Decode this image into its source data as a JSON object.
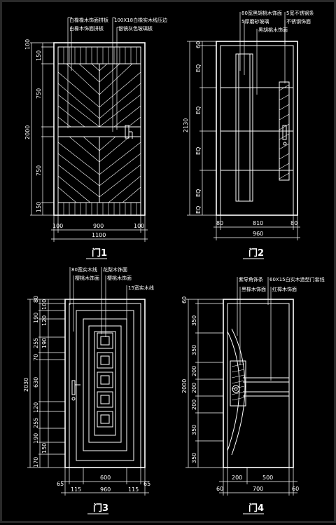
{
  "titles": {
    "door1": "门1",
    "door2": "门2",
    "door3": "门3",
    "door4": "门4"
  },
  "door1": {
    "notes": [
      "白橡橡木饰面拼板",
      "白橡木饰面拼板",
      "100X18白橡实木线压边",
      "银镜灰色玻璃板"
    ],
    "dims_left": [
      "100",
      "150",
      "750",
      "2000",
      "750",
      "150"
    ],
    "dims_bottom": [
      "100",
      "900",
      "100",
      "1100"
    ]
  },
  "door2": {
    "notes": [
      "80宽黑胡桃木饰面",
      "5宽不锈钢条",
      "5厚磨砂玻璃",
      "不锈钢饰面",
      "黑胡桃木饰面"
    ],
    "dims_left": [
      "60",
      "EQ",
      "EQ",
      "2130",
      "EQ",
      "EQ",
      "EQ"
    ],
    "dims_bottom": [
      "80",
      "810",
      "80",
      "960"
    ]
  },
  "door3": {
    "notes": [
      "80宽实木线",
      "樱桃木饰面",
      "花梨木饰面",
      "樱桃木饰面",
      "15宽实木线"
    ],
    "dims_left": [
      "80",
      "100",
      "190",
      "120",
      "255",
      "190",
      "70",
      "2030",
      "630",
      "120",
      "255",
      "190",
      "150",
      "170"
    ],
    "dims_bottom": [
      "65",
      "115",
      "600",
      "115",
      "65",
      "960"
    ]
  },
  "door4": {
    "notes": [
      "紫导角饰条",
      "60X15白实木造型门套线",
      "黑橡木饰面",
      "红樟木饰面"
    ],
    "dims_left": [
      "60",
      "350",
      "350",
      "200",
      "2000",
      "200",
      "200",
      "350",
      "350"
    ],
    "dims_bottom": [
      "200",
      "500",
      "60",
      "700",
      "60"
    ]
  }
}
